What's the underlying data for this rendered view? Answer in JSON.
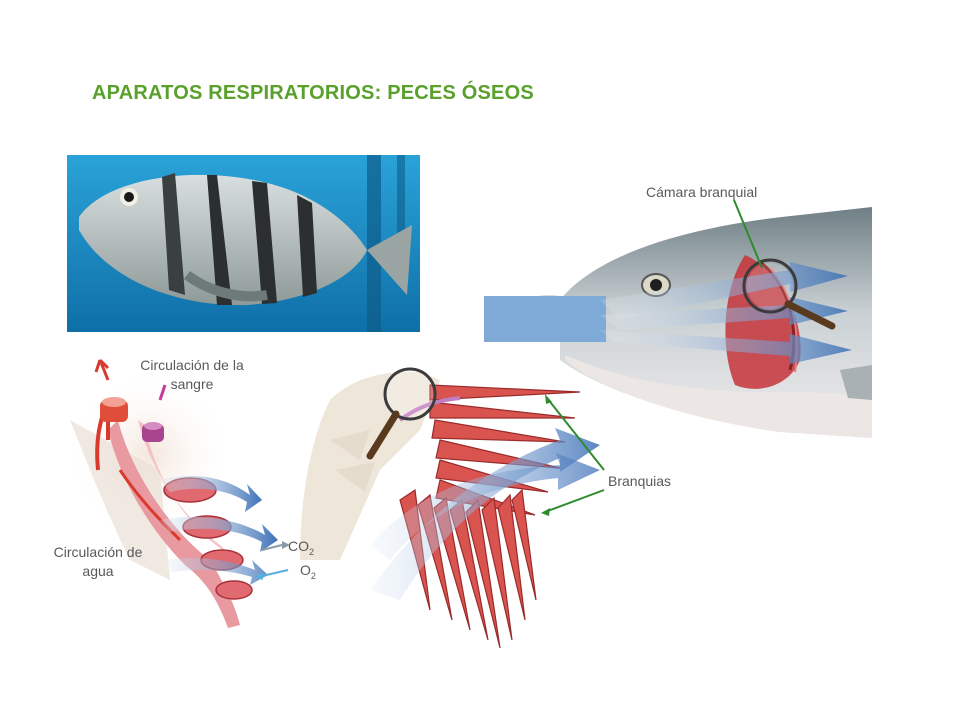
{
  "title": "APARATOS RESPIRATORIOS: PECES ÓSEOS",
  "labels": {
    "gill_chamber": "Cámara branquial",
    "gills": "Branquias",
    "blood_circulation": "Circulación de la sangre",
    "water_circulation": "Circulación de agua",
    "co2": "CO",
    "co2_sub": "2",
    "o2": "O",
    "o2_sub": "2"
  },
  "colors": {
    "title": "#5aa02c",
    "pointer": "#2e8b2e",
    "water_arrow": "#6f9fd4",
    "gill_red": "#d9534f",
    "photo_water": "#1c8fc9"
  }
}
